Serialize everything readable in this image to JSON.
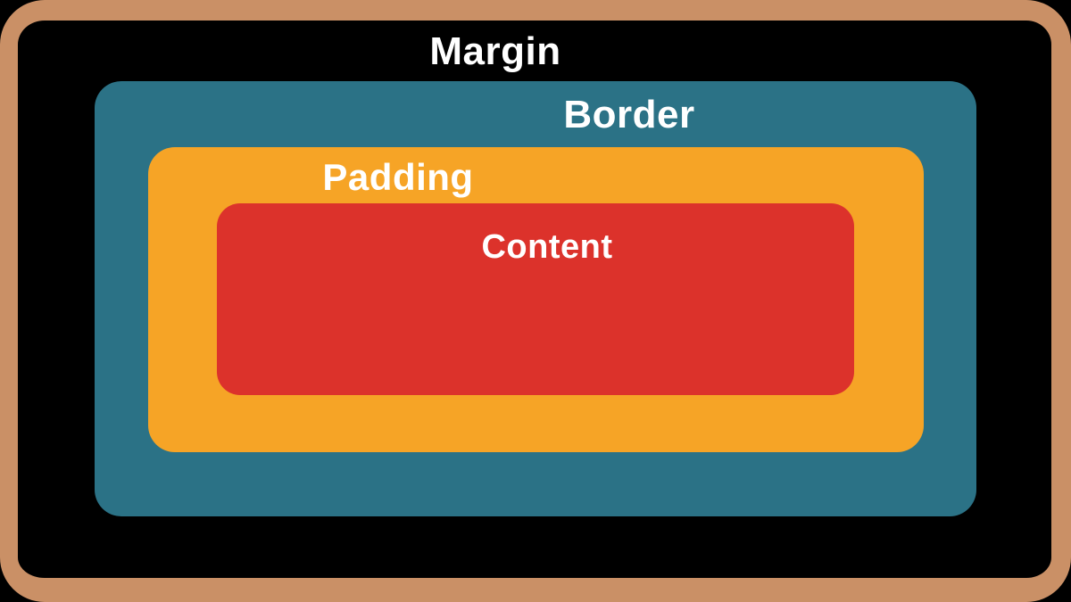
{
  "diagram": {
    "labels": {
      "margin": "Margin",
      "border": "Border",
      "padding": "Padding",
      "content": "Content"
    },
    "colors": {
      "background": "#000000",
      "frame": "#CA9066",
      "margin_area": "#000000",
      "border_area": "#2B7286",
      "padding_area": "#F6A426",
      "content_area": "#DC322B",
      "label_text": "#FFFFFF"
    }
  }
}
